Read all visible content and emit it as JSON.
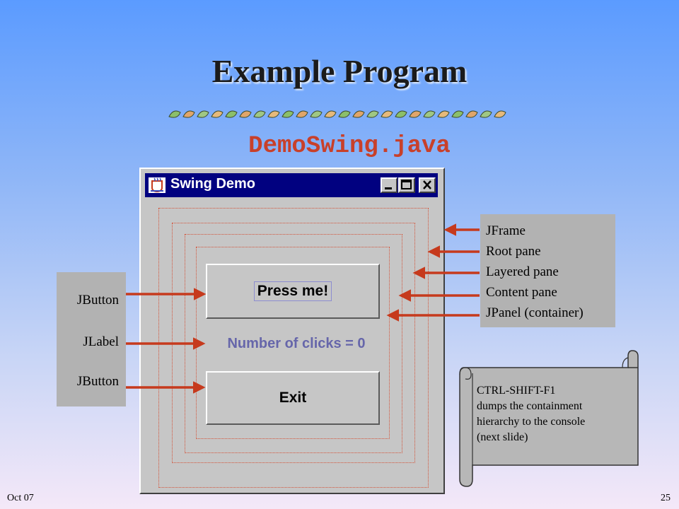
{
  "slide": {
    "title": "Example Program",
    "subtitle": "DemoSwing.java",
    "footer_date": "Oct 07",
    "page_number": "25"
  },
  "window": {
    "title": "Swing Demo",
    "press_button_label": "Press me!",
    "clicks_label": "Number of clicks = 0",
    "exit_button_label": "Exit"
  },
  "left_labels": [
    "JButton",
    "JLabel",
    "JButton"
  ],
  "right_labels": [
    "JFrame",
    "Root pane",
    "Layered pane",
    "Content pane",
    "JPanel (container)"
  ],
  "note": {
    "lines": [
      "CTRL-SHIFT-F1",
      "dumps the containment",
      "hierarchy to the console",
      "(next slide)"
    ]
  },
  "colors": {
    "arrow": "#c63a1d",
    "titlebar": "#010180",
    "subtitle": "#c8402a",
    "label_box": "#b2b2b2",
    "nest_border": "#d3543a"
  }
}
